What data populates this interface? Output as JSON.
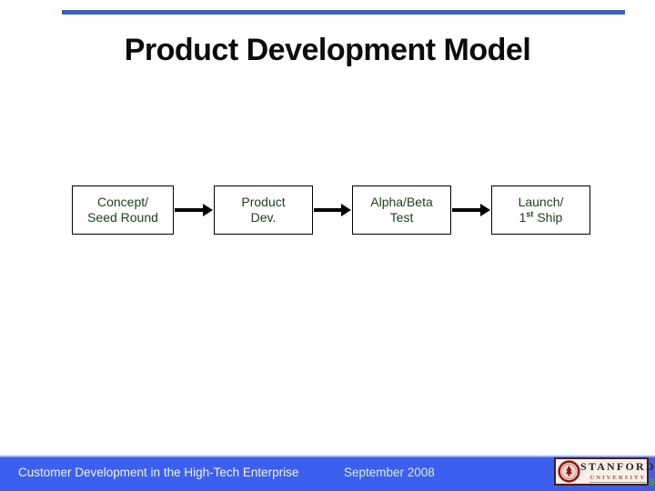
{
  "slide": {
    "title": "Product Development Model"
  },
  "diagram": {
    "boxes": [
      {
        "line1": "Concept/",
        "line2": "Seed Round"
      },
      {
        "line1": "Product",
        "line2": "Dev."
      },
      {
        "line1": "Alpha/Beta",
        "line2": "Test"
      },
      {
        "line1": "Launch/",
        "line2_num": "1",
        "line2_sup": "st",
        "line2_rest": " Ship"
      }
    ]
  },
  "footer": {
    "course": "Customer Development in the High-Tech Enterprise",
    "date": "September 2008",
    "slide_number": "3"
  },
  "logo": {
    "name": "STANFORD",
    "subname": "UNIVERSITY"
  },
  "colors": {
    "accent_blue_line": "#3d5cc2",
    "footer_blue": "#3d5ff0",
    "box_text_green": "#1d421d",
    "footer_text": "#eff5d4",
    "date_text": "#d6efc6",
    "slide_number_green": "#3fae49",
    "stanford_cardinal": "#8c1515"
  }
}
